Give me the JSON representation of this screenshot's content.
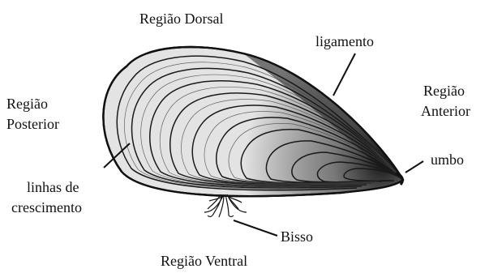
{
  "labels": {
    "dorsal": "Região Dorsal",
    "ligament": "ligamento",
    "anterior_line1": "Região",
    "anterior_line2": "Anterior",
    "posterior_line1": "Região",
    "posterior_line2": "Posterior",
    "umbo": "umbo",
    "growth_line1": "linhas de",
    "growth_line2": "crescimento",
    "byssus": "Bisso",
    "ventral": "Região Ventral"
  },
  "colors": {
    "ink": "#111111",
    "shell_fill": "#e3e3e3",
    "background": "#ffffff"
  }
}
